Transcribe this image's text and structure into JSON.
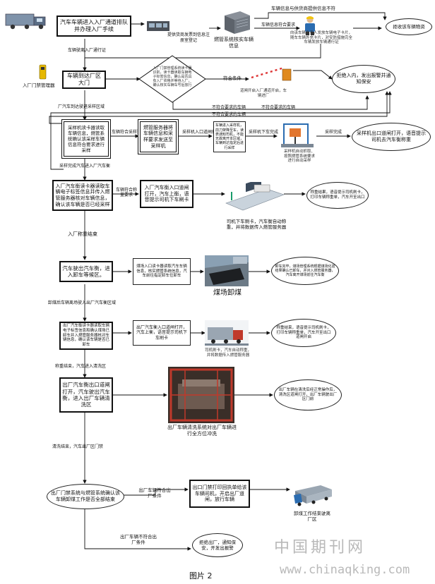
{
  "nodes": {
    "n1": "汽车车辆进入入厂通道排队并办理入厂手续",
    "n2": "提供货商发票到信息注册室登记",
    "n3": "燃管系统核实车辆信息",
    "n4": "车辆信息符合要求",
    "n5": "拒收该车辆物资",
    "n6": "车辆到达厂区大门",
    "n7": "入厂门禁管理系统读卡器识别，读卡器读取车辆电子标签信息，确认是否具有入厂资格并等待入厂，确认核实车辆车号后放行",
    "n8": "拒绝入内，发出报警并通知保安",
    "n9": "采样机读卡器读取车辆信息，燃管系统确认该采样车辆信息符合要求进行采样",
    "n10": "燃管服务器将车辆信息和采样要求发送至采样机",
    "n11": "车辆进入采样机，前刀架降至车，读表通知司机，不能无故离开本区域，车辆到达指定后进行采样",
    "n12": "采样机出口道闸打开，语音提示司机去汽车衡称重",
    "n13": "入厂汽车衡读卡器读取车辆电子标签信息并传入燃管服务器核对车辆信息，确认该车辆是否已经采样",
    "n14": "入厂汽车衡入口道闸打开，汽车上衡，语音提示司机下车刷卡",
    "n15": "称重结果，语音提示司机刷卡，打印车辆称重单，汽车开至出口",
    "n16": "汽车驶出汽车衡，进入卸车等候区。",
    "n17": "煤场入口读卡器读取汽车车辆信息，核实燃管系统信息，汽车前往指定卸车位卸车",
    "n18": "卸车完毕，煤场管理系统根据煤场化验结果确认已卸车，并对入燃管服务器，汽车离开煤场前往汽车衡",
    "n19": "出厂汽车衡读卡器读取车辆电子标签信息和确认煤场已卸车并入燃管服务器核对车辆信息，确认该车辆是否已卸车",
    "n20": "出厂汽车衡入口道闸打开，汽车上衡，语音提示司机下车刷卡",
    "n21": "称重结束，语音提示司机刷卡，打印车辆称重单，汽车开至出口道闸开启",
    "n22": "出厂汽车衡出口道闸打开，汽车驶出汽车衡，进入出厂车辆清洗区",
    "n23": "出厂车辆清洗系统对出厂车辆进行全方位冲洗",
    "n24": "出厂车辆在清洗后经正常操作后，清洗区道闸打开，出厂车辆驶出厂区门前",
    "n25": "出厂门禁系统与燃管系统确认该车辆卸煤工作是否全部结束",
    "n26": "出口门禁打印回执单给该车辆司机，开启出厂道闸，放行车辆",
    "n27": "卸煤工作结束驶离厂区",
    "n28": "拒绝出厂，通知保安，开发出报警"
  },
  "labels": {
    "top_reject": "车辆信息与供货商提供信息不符",
    "issue_card": "向该车辆负责人发放车辆电子卡片，随车车辆外充卡片，对安防措施完全车辆发放车辆通行证",
    "enter_road": "车辆驶离入厂通行证",
    "guard": "入厂门禁管理器",
    "meets": "符合条件",
    "gate_open": "道闸开启入厂通道开启，车辆进厂",
    "not_meet1": "不符合要求的车辆",
    "not_meet2": "不符合要求的车辆",
    "not_meet3": "不符合要求的车辆",
    "to_sample": "厂汽车到达驶进采样区域",
    "sample_meet": "车辆符合采样要求",
    "sample_enter": "采样机入口道闸打开",
    "sample_done": "采样机下车完成",
    "sample_finish": "采样完成",
    "sampler_note": "采样机自动抓取、按照燃管系统要求进行自动采样",
    "sample_to_scale": "采样完成汽车进入厂汽车衡",
    "scale_meet": "车辆符合称量要求",
    "weigh_auto": "司机下车刷卡，汽车衡自动称重，并将数据传入燃管服务器",
    "enter_end": "入厂称重结束",
    "coal_yard": "煤场卸煤",
    "to_exit_scale": "卸煤后车辆离场驶入出厂汽车衡区域",
    "exit_weigh_note": "司机刷卡，汽车自动称重，并将数据传入燃管服务器",
    "exit_end": "称重结束，汽车进入清洗区",
    "wash_end": "清洗结束，汽车出厂区门禁",
    "exit_ok": "出厂车辆符合出厂条件",
    "exit_not_ok": "出厂车辆不符合出厂条件"
  },
  "watermark": {
    "cn": "中国期刊网",
    "url": "www.chinaqking.com"
  },
  "figure_caption": "图片 2"
}
